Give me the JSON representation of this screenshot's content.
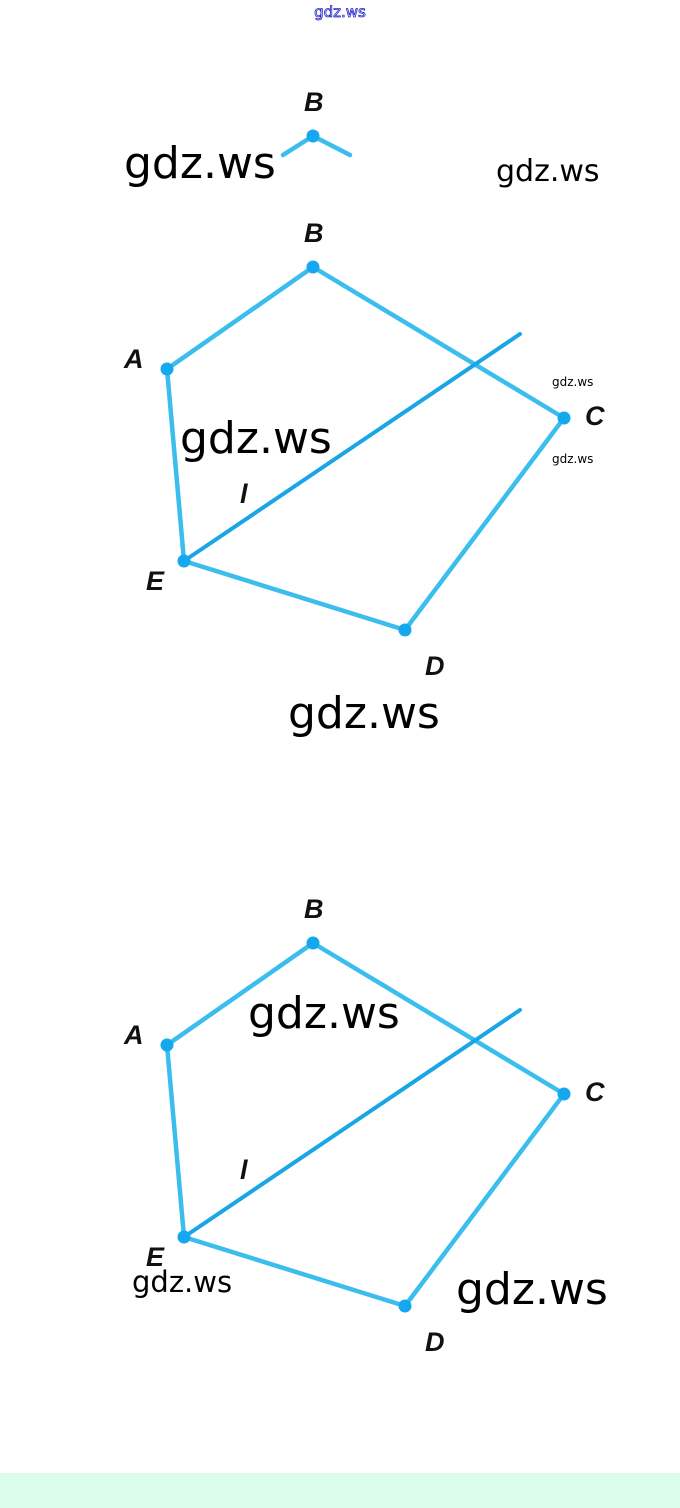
{
  "header_watermark": "gdz.ws",
  "diagrams": [
    {
      "name": "fragment",
      "vertices": [
        "B"
      ]
    },
    {
      "name": "pentagon-1",
      "vertices": [
        "A",
        "B",
        "C",
        "D",
        "E"
      ],
      "line_label": "l"
    },
    {
      "name": "pentagon-2",
      "vertices": [
        "A",
        "B",
        "C",
        "D",
        "E"
      ],
      "line_label": "l"
    }
  ],
  "watermarks": [
    "gdz.ws",
    "gdz.ws",
    "gdz.ws",
    "gdz.ws",
    "gdz.ws",
    "gdz.ws",
    "gdz.ws",
    "gdz.ws",
    "gdz.ws"
  ],
  "colors": {
    "edge": "#3bbdee",
    "point": "#15a8ee",
    "footer": "#dcfdeb"
  }
}
